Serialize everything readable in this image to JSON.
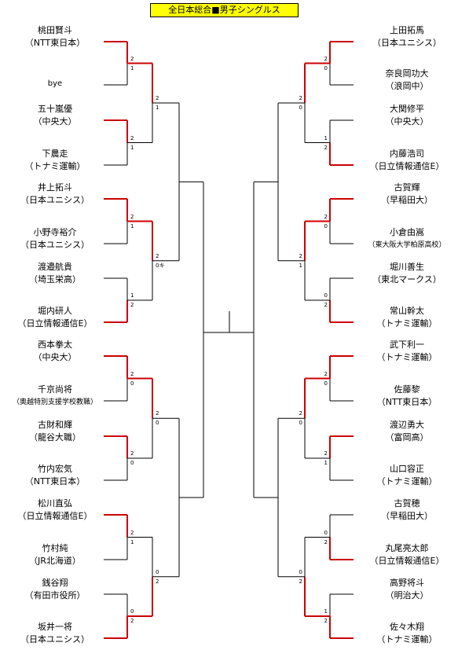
{
  "title": "全日本総合■男子シングルス",
  "colors": {
    "title_bg": "#ffff00",
    "win": "#cc0000",
    "line": "#000000"
  },
  "left_players": [
    {
      "name": "桃田賢斗",
      "aff": "（NTT東日本）"
    },
    {
      "name": "bye",
      "aff": ""
    },
    {
      "name": "五十嵐優",
      "aff": "（中央大）"
    },
    {
      "name": "下農走",
      "aff": "（トナミ運輸）"
    },
    {
      "name": "井上拓斗",
      "aff": "（日本ユニシス）"
    },
    {
      "name": "小野寺裕介",
      "aff": "（日本ユニシス）"
    },
    {
      "name": "渡邉航貴",
      "aff": "（埼玉栄高）"
    },
    {
      "name": "堀内研人",
      "aff": "（日立情報通信E）"
    },
    {
      "name": "西本拳太",
      "aff": "（中央大）"
    },
    {
      "name": "千京尚将",
      "aff": "（奥越特別支援学校教職）"
    },
    {
      "name": "古財和輝",
      "aff": "（龍谷大職）"
    },
    {
      "name": "竹内宏気",
      "aff": "（NTT東日本）"
    },
    {
      "name": "松川直弘",
      "aff": "（日立情報通信E）"
    },
    {
      "name": "竹村純",
      "aff": "（JR北海道）"
    },
    {
      "name": "銭谷翔",
      "aff": "（有田市役所）"
    },
    {
      "name": "坂井一将",
      "aff": "（日本ユニシス）"
    }
  ],
  "right_players": [
    {
      "name": "上田拓馬",
      "aff": "（日本ユニシス）"
    },
    {
      "name": "奈良岡功大",
      "aff": "（浪岡中）"
    },
    {
      "name": "大関修平",
      "aff": "（中央大）"
    },
    {
      "name": "内藤浩司",
      "aff": "（日立情報通信E）"
    },
    {
      "name": "古賀輝",
      "aff": "（早稲田大）"
    },
    {
      "name": "小倉由嵩",
      "aff": "（東大阪大学柏原高校）"
    },
    {
      "name": "堀川善生",
      "aff": "（東北マークス）"
    },
    {
      "name": "常山幹太",
      "aff": "（トナミ運輸）"
    },
    {
      "name": "武下利一",
      "aff": "（トナミ運輸）"
    },
    {
      "name": "佐藤黎",
      "aff": "（NTT東日本）"
    },
    {
      "name": "渡辺勇大",
      "aff": "（富岡高）"
    },
    {
      "name": "山口容正",
      "aff": "（トナミ運輸）"
    },
    {
      "name": "古賀穂",
      "aff": "（早稲田大）"
    },
    {
      "name": "丸尾亮太郎",
      "aff": "（日立情報通信E）"
    },
    {
      "name": "高野将斗",
      "aff": "（明治大）"
    },
    {
      "name": "佐々木翔",
      "aff": "（トナミ運輸）"
    }
  ],
  "left_r1_scores": [
    [
      "2",
      "1"
    ],
    [
      "2",
      "1"
    ],
    [
      "2",
      "1"
    ],
    [
      "1",
      "2"
    ],
    [
      "2",
      "0"
    ],
    [
      "2",
      "0"
    ],
    [
      "2",
      "1"
    ],
    [
      "0",
      "2"
    ]
  ],
  "left_r2_scores": [
    [
      "2",
      "1"
    ],
    [
      "2",
      "0キ"
    ],
    [
      "2",
      "0"
    ],
    [
      "0",
      "2"
    ]
  ],
  "right_r1_scores": [
    [
      "2",
      "0"
    ],
    [
      "1",
      "2"
    ],
    [
      "2",
      "0"
    ],
    [
      "0",
      "2"
    ],
    [
      "2",
      "0"
    ],
    [
      "2",
      "1"
    ],
    [
      "0",
      "2"
    ],
    [
      "1",
      "2"
    ]
  ],
  "right_r2_scores": [
    [
      "2",
      "0"
    ],
    [
      "2",
      "1"
    ],
    [
      "2",
      "0"
    ],
    [
      "0",
      "2"
    ]
  ]
}
